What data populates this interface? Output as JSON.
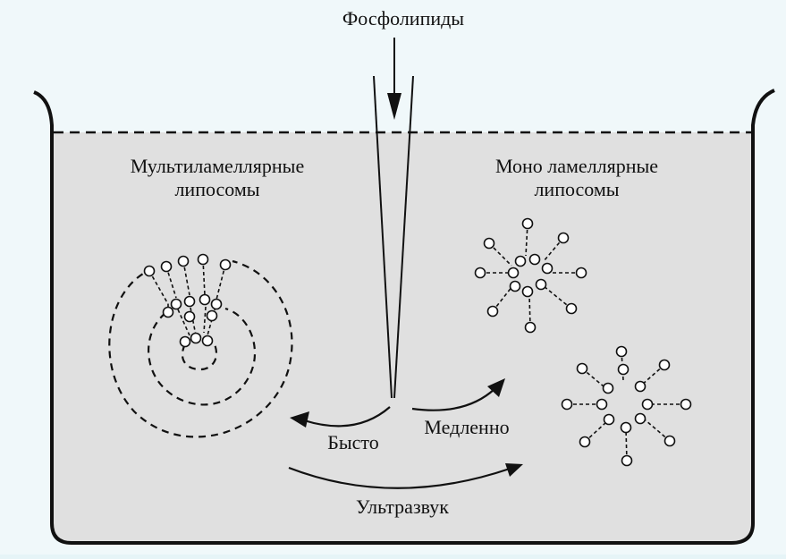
{
  "labels": {
    "source": "Фосфолипиды",
    "multi_line1": "Мультиламеллярные",
    "multi_line2": "липосомы",
    "mono_line1": "Моно ламеллярные",
    "mono_line2": "липосомы",
    "fast": "Бысто",
    "slow": "Медленно",
    "ultrasound": "Ультразвук"
  },
  "colors": {
    "water": "#e0e0e0",
    "ink": "#111111",
    "background": "#e6f4f7"
  }
}
